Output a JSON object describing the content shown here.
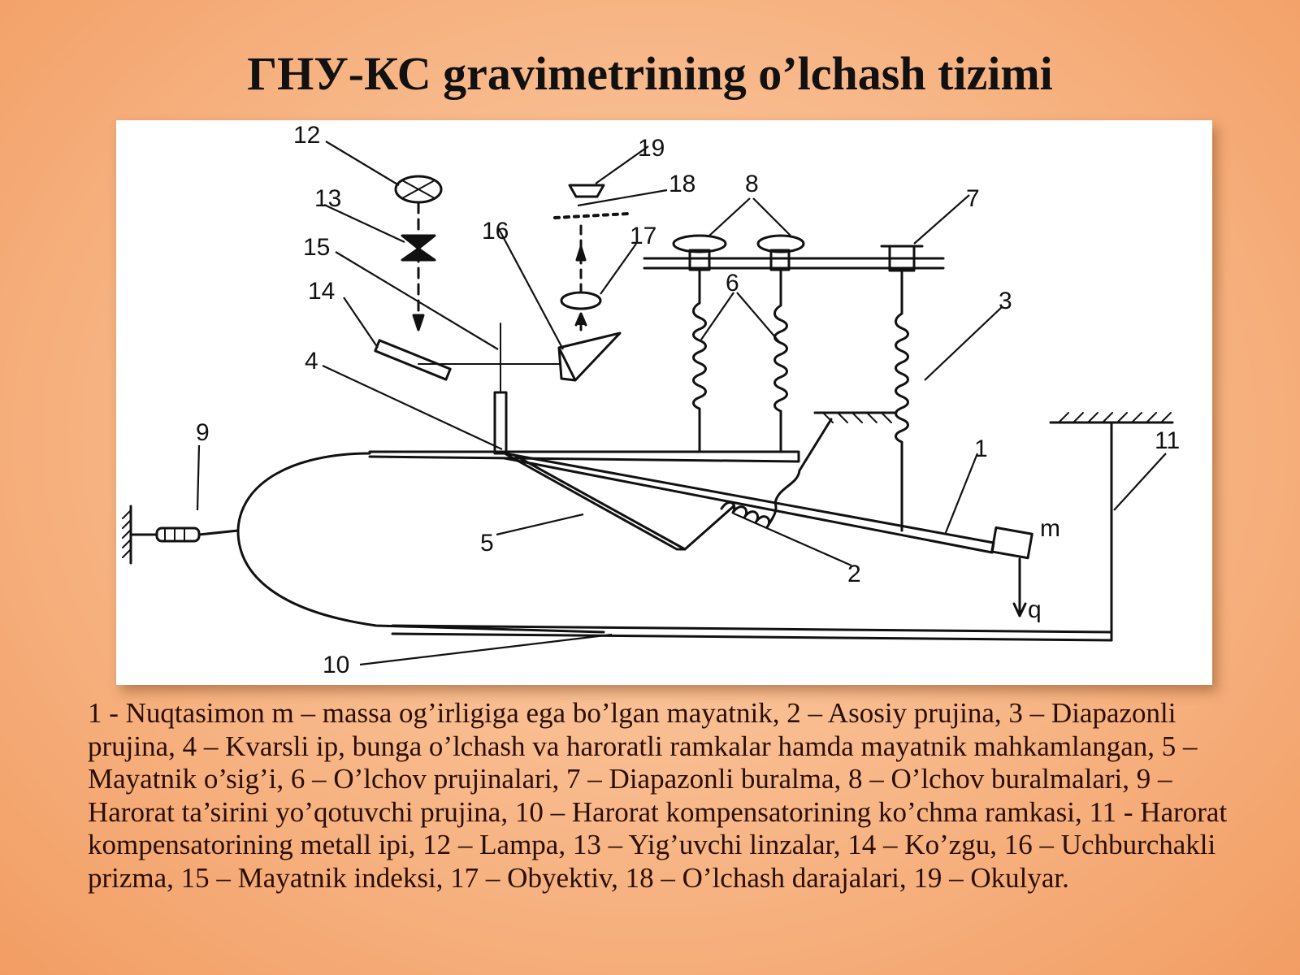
{
  "title": "ГНУ-КС gravimetrining o’lchash tizimi",
  "diagram": {
    "labels": {
      "l1": "1",
      "l2": "2",
      "l3": "3",
      "l4": "4",
      "l5": "5",
      "l6": "6",
      "l7": "7",
      "l8": "8",
      "l9": "9",
      "l10": "10",
      "l11": "11",
      "l12": "12",
      "l13": "13",
      "l14": "14",
      "l15": "15",
      "l16": "16",
      "l17": "17",
      "l18": "18",
      "l19": "19",
      "m": "m",
      "q": "q"
    }
  },
  "caption": "1 - Nuqtasimon m – massa og’irligiga ega bo’lgan mayatnik,  2 – Asosiy prujina, 3 – Diapazonli prujina, 4 – Kvarsli ip, bunga o’lchash va haroratli ramkalar hamda mayatnik mahkamlangan, 5 – Mayatnik o’sig’i, 6 – O’lchov prujinalari, 7 – Diapazonli buralma, 8 – O’lchov buralmalari, 9 – Harorat ta’sirini yo’qotuvchi prujina, 10 – Harorat kompensatorining ko’chma ramkasi, 11 - Harorat kompensatorining metall ipi, 12 – Lampa, 13 – Yig’uvchi linzalar, 14 – Ko’zgu, 16 – Uchburchakli prizma, 15 – Mayatnik indeksi, 17 – Obyektiv, 18 – O’lchash darajalari, 19 – Okulyar."
}
